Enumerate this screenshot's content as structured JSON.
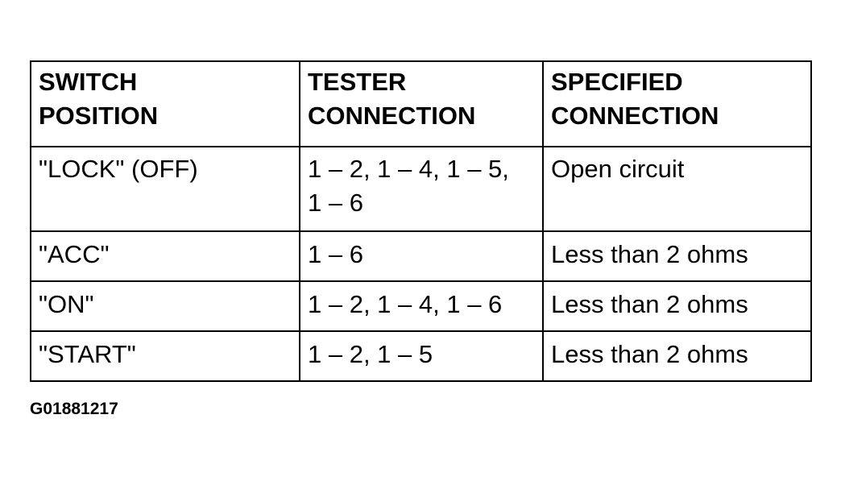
{
  "table": {
    "headers": [
      "SWITCH\nPOSITION",
      "TESTER\n CONNECTION",
      "SPECIFIED\nCONNECTION"
    ],
    "rows": [
      [
        "\"LOCK\" (OFF)",
        "1 – 2, 1 – 4, 1 – 5,\n1 – 6",
        "Open circuit"
      ],
      [
        "\"ACC\"",
        "1 – 6",
        "Less than 2 ohms"
      ],
      [
        "\"ON\"",
        "1 – 2, 1 – 4, 1 – 6",
        "Less than 2 ohms"
      ],
      [
        "\"START\"",
        "1 – 2, 1 – 5",
        "Less than 2 ohms"
      ]
    ]
  },
  "figure_id": "G01881217"
}
